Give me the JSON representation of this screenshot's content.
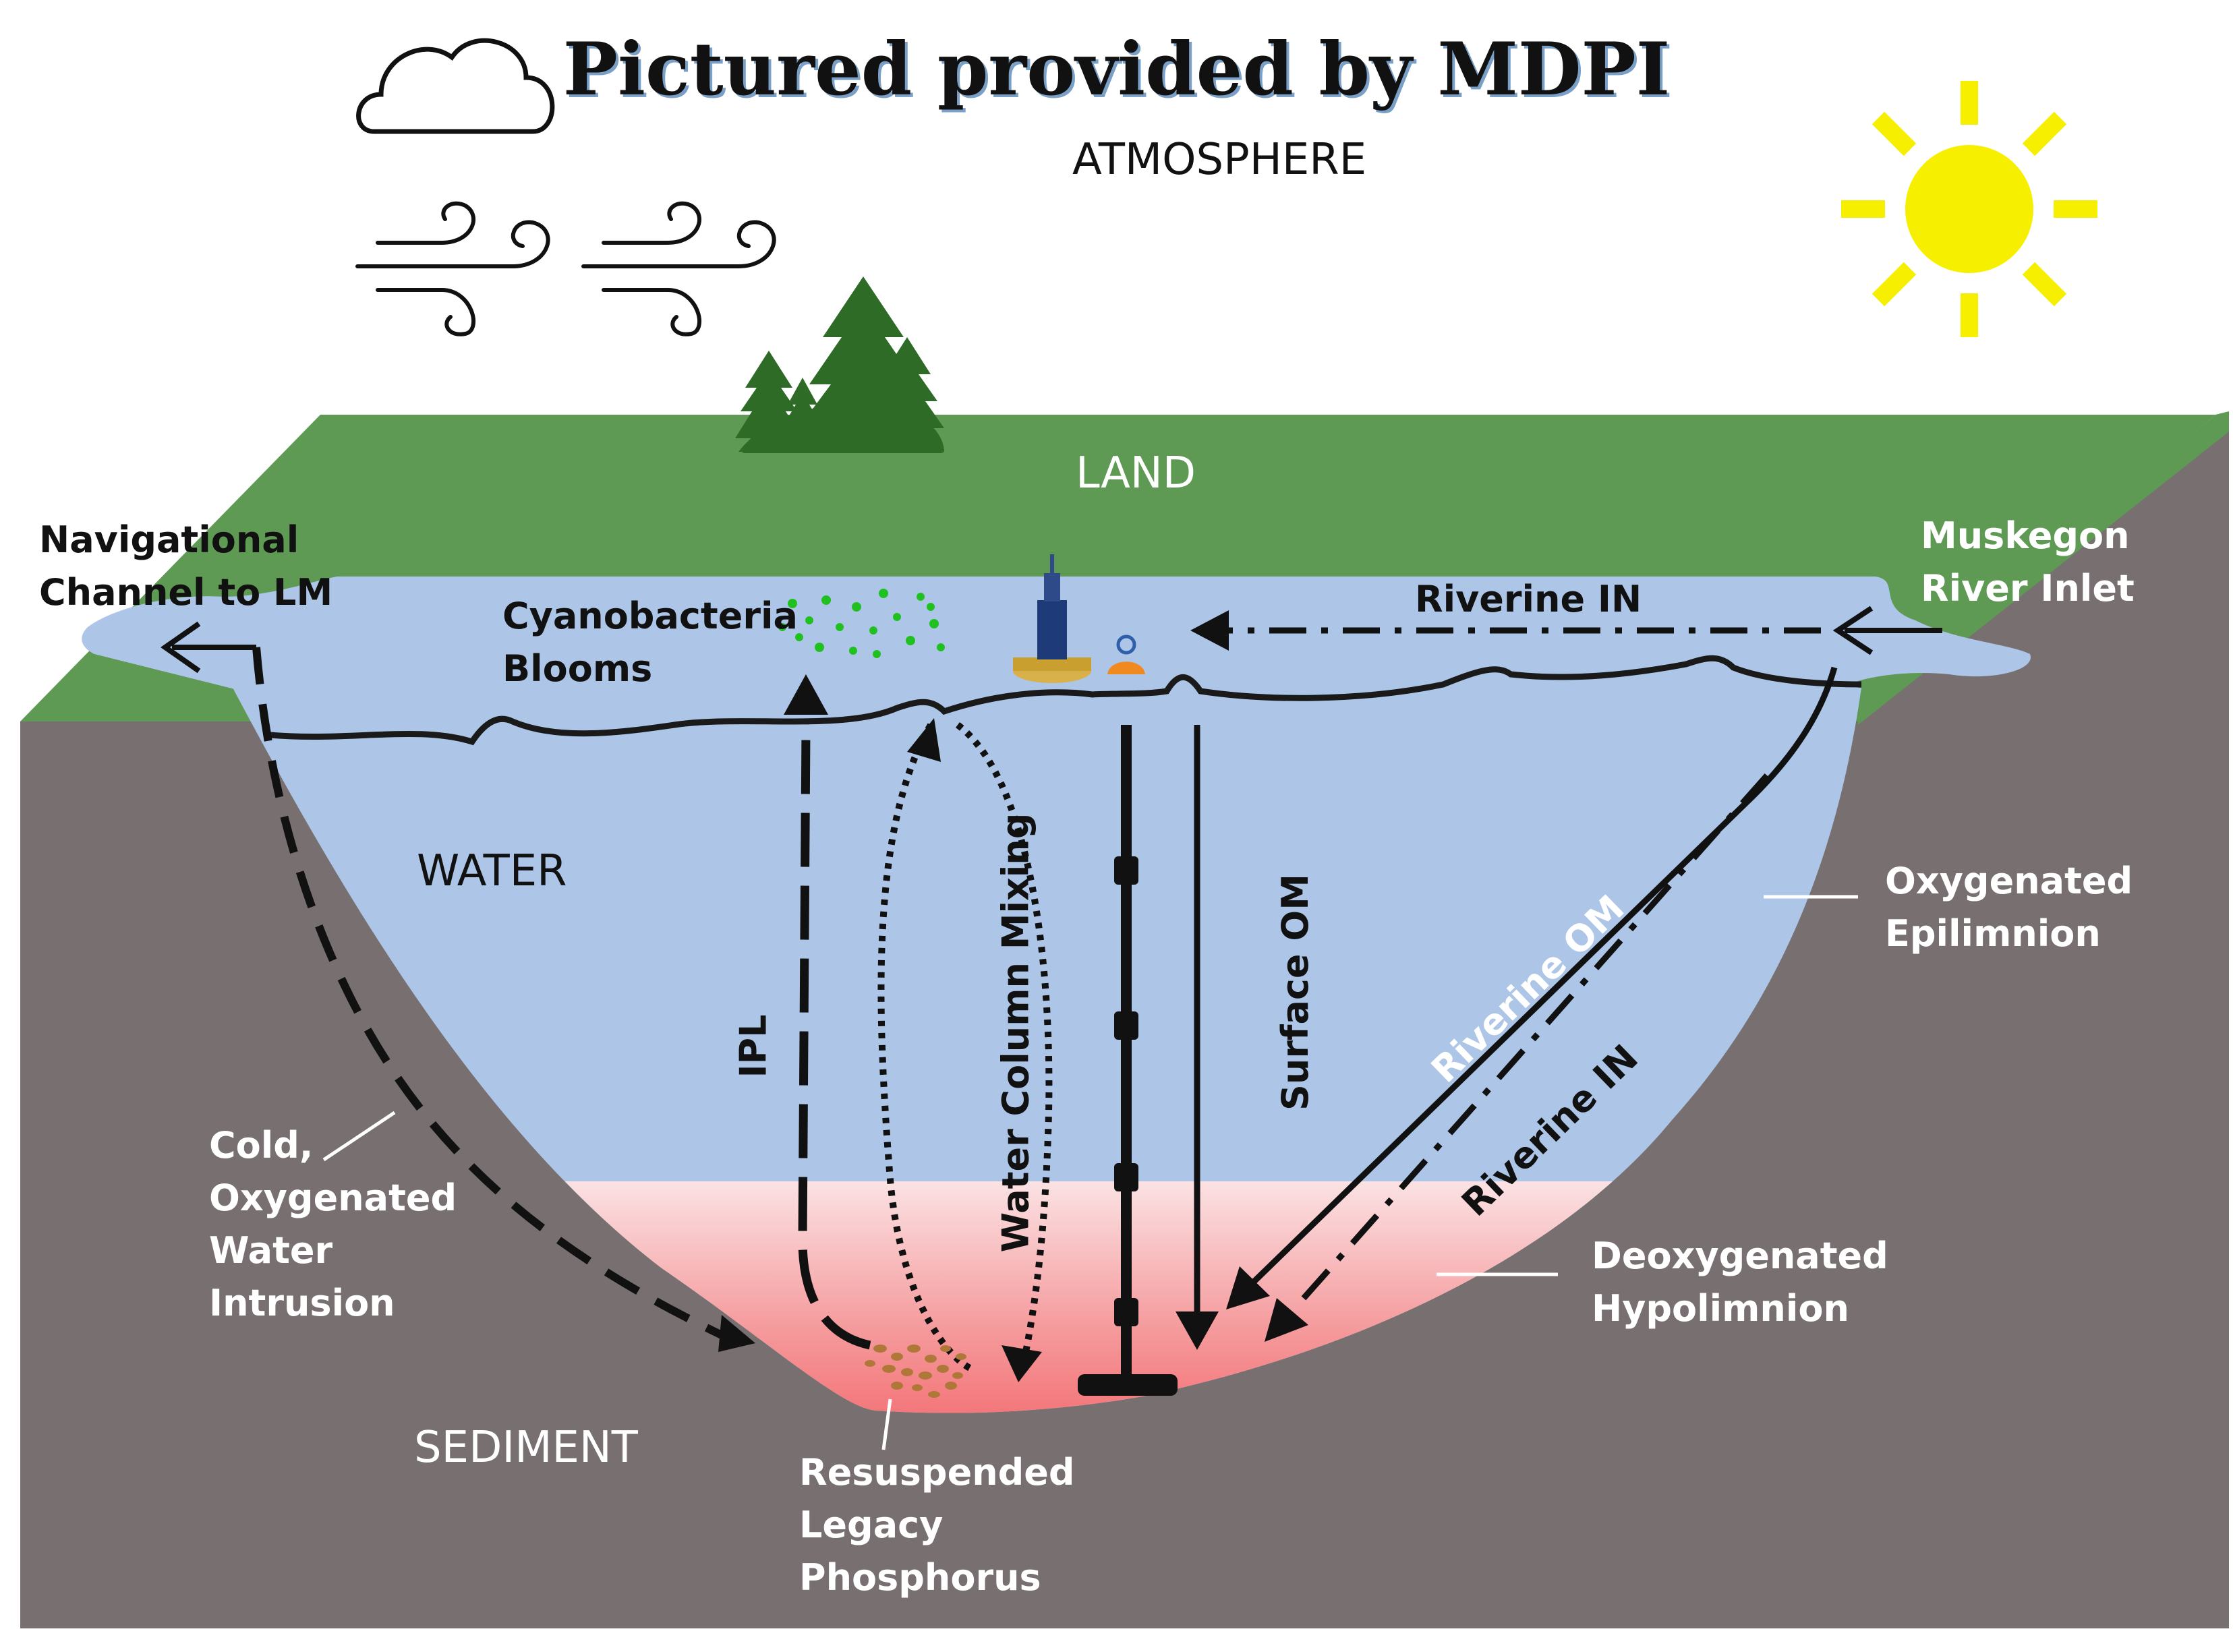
{
  "title": "Pictured provided by MDPI",
  "zones": {
    "atmosphere": "ATMOSPHERE",
    "land": "LAND",
    "water": "WATER",
    "sediment": "SEDIMENT"
  },
  "labels": {
    "nav_channel": [
      "Navigational",
      "Channel to LM"
    ],
    "muskegon": [
      "Muskegon",
      "River Inlet"
    ],
    "cyanobacteria": [
      "Cyanobacteria",
      "Blooms"
    ],
    "riverine_in_top": "Riverine IN",
    "oxy_epilimnion": [
      "Oxygenated",
      "Epilimnion"
    ],
    "deoxy_hypolimnion": [
      "Deoxygenated",
      "Hypolimnion"
    ],
    "cold_intrusion": [
      "Cold,",
      "Oxygenated",
      "Water",
      "Intrusion"
    ],
    "legacy_p": [
      "Resuspended",
      "Legacy",
      "Phosphorus"
    ]
  },
  "arrow_labels": {
    "ipl": "IPL",
    "water_column_mixing": "Water Column Mixing",
    "surface_om": "Surface OM",
    "riverine_om": "Riverine OM",
    "riverine_in_diag": "Riverine IN"
  },
  "icons": [
    "cloud-icon",
    "wind-icon",
    "sun-icon",
    "tree-icon",
    "buoy-icon",
    "person-icon",
    "sensor-mooring-icon"
  ],
  "colors": {
    "land": "#5f9a55",
    "water": "#adc6e8",
    "hypolimnion": "#f2676b",
    "sediment": "#787070",
    "sun": "#f7ef00",
    "trees": "#2e6b26",
    "algae": "#20c020",
    "phosphorus": "#b07838",
    "buoy": "#1f3a78"
  }
}
